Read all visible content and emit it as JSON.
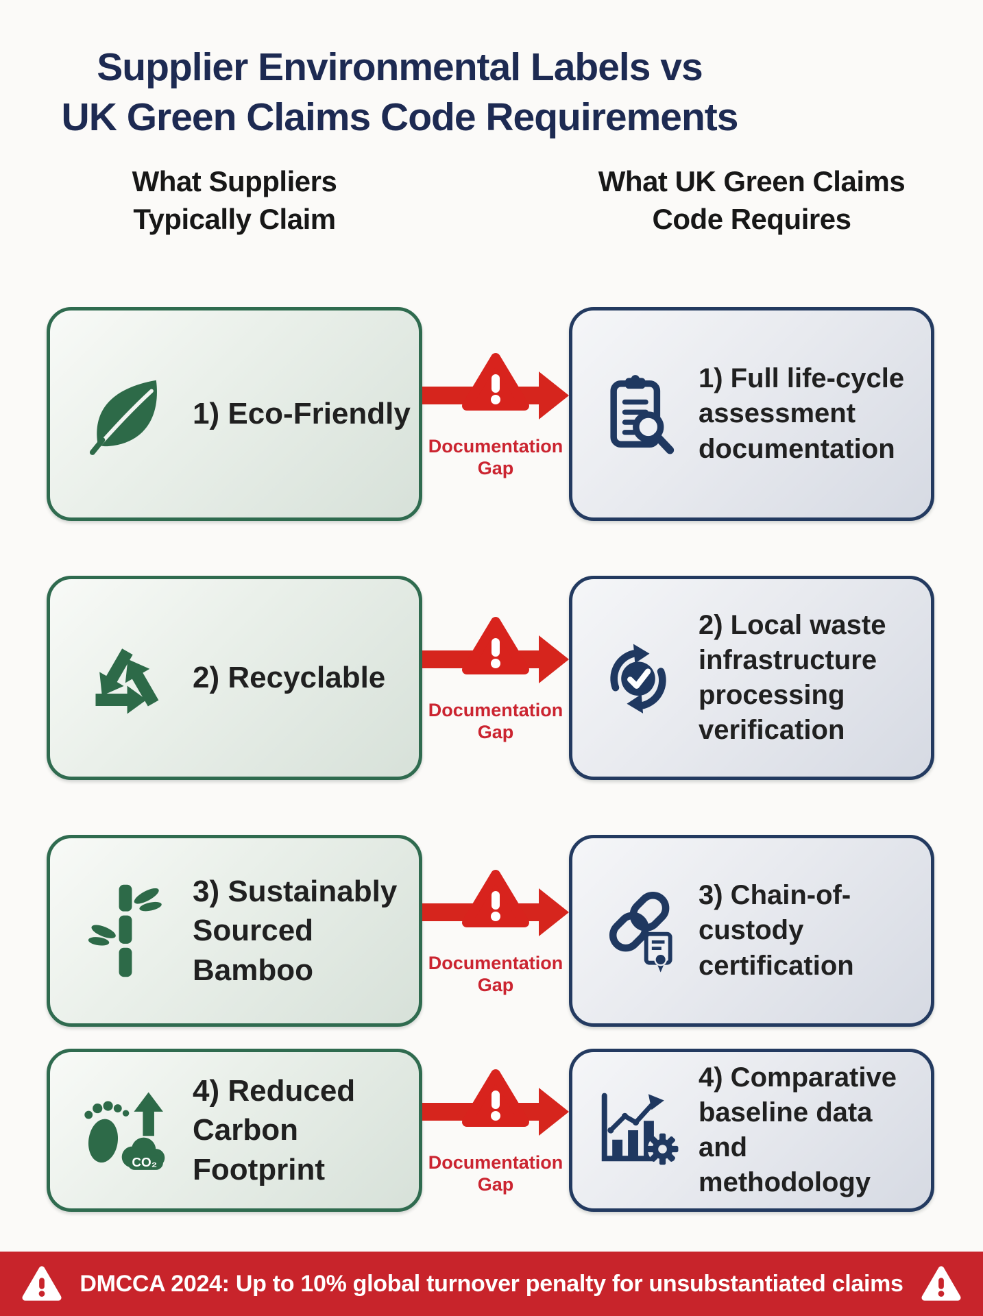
{
  "title": {
    "line1": "Supplier Environmental Labels vs",
    "line2": "UK Green Claims Code Requirements"
  },
  "headers": {
    "left": "What Suppliers\nTypically Claim",
    "right": "What UK Green Claims\nCode Requires"
  },
  "rows": [
    {
      "claim": "1) Eco-Friendly",
      "claim_icon": "leaf-icon",
      "gap": "Documentation Gap",
      "requirement": "1) Full life-cycle\nassessment\ndocumentation",
      "requirement_icon": "lifecycle-audit-icon"
    },
    {
      "claim": "2) Recyclable",
      "claim_icon": "recycle-icon",
      "gap": "Documentation Gap",
      "requirement": "2) Local waste\ninfrastructure\nprocessing\nverification",
      "requirement_icon": "waste-verification-icon"
    },
    {
      "claim": "3) Sustainably\nSourced\nBamboo",
      "claim_icon": "bamboo-icon",
      "gap": "Documentation Gap",
      "requirement": "3) Chain-of-\ncustody\ncertification",
      "requirement_icon": "chain-custody-icon"
    },
    {
      "claim": "4) Reduced\nCarbon\nFootprint",
      "claim_icon": "carbon-footprint-icon",
      "gap": "Documentation Gap",
      "requirement": "4) Comparative\nbaseline data\nand\nmethodology",
      "requirement_icon": "baseline-data-icon"
    }
  ],
  "icons": {
    "co2_label": "CO₂",
    "gap_icon": "warning-arrow-icon",
    "banner_icon": "warning-triangle-icon"
  },
  "banner": {
    "text": "DMCCA 2024: Up to 10% global turnover penalty for unsubstantiated claims"
  },
  "colors": {
    "green": "#2d6a48",
    "green_border": "#2f6b4f",
    "navy": "#1f3860",
    "navy_border": "#233a60",
    "red": "#d6251d",
    "gap_text_red": "#cb2430",
    "banner_red": "#c8242b",
    "title_navy": "#1d2a52"
  }
}
